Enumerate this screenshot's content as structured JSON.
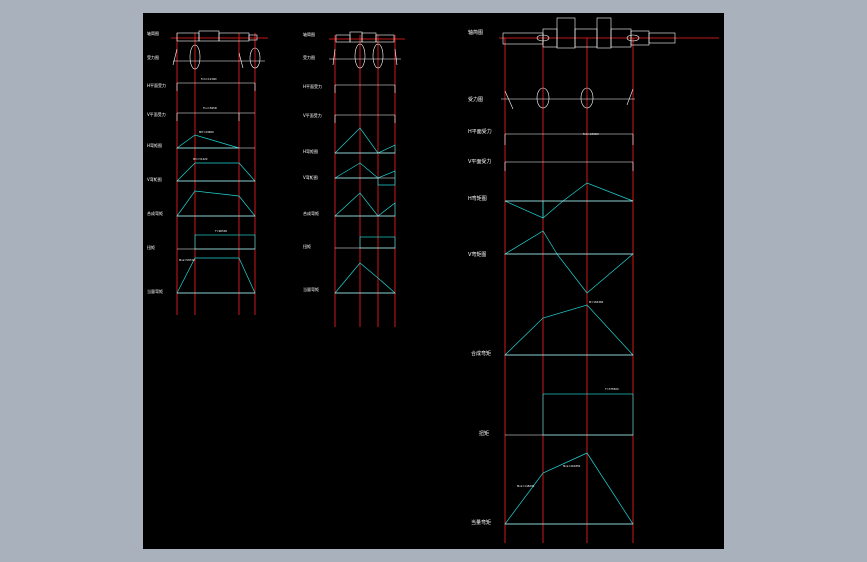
{
  "colors": {
    "background": "#a9b1bd",
    "sheet": "#000000",
    "axis_line": "#ff2020",
    "outline": "#ffffff",
    "diagram_fill": "#21d4d4"
  },
  "panels": [
    {
      "id": "left",
      "row_labels": [
        "轴简图",
        "受力图",
        "H平面受力",
        "V平面受力",
        "H弯矩图",
        "V弯矩图",
        "合成弯矩",
        "扭矩",
        "当量弯矩"
      ]
    },
    {
      "id": "middle",
      "row_labels": [
        "轴简图",
        "受力图",
        "H平面受力",
        "V平面受力",
        "H弯矩图",
        "V弯矩图",
        "合成弯矩",
        "扭矩",
        "当量弯矩"
      ]
    },
    {
      "id": "right",
      "row_labels": [
        "轴简图",
        "受力图",
        "H平面受力",
        "V平面受力",
        "H弯矩图",
        "V弯矩图",
        "合成弯矩",
        "扭矩",
        "当量弯矩"
      ]
    }
  ]
}
